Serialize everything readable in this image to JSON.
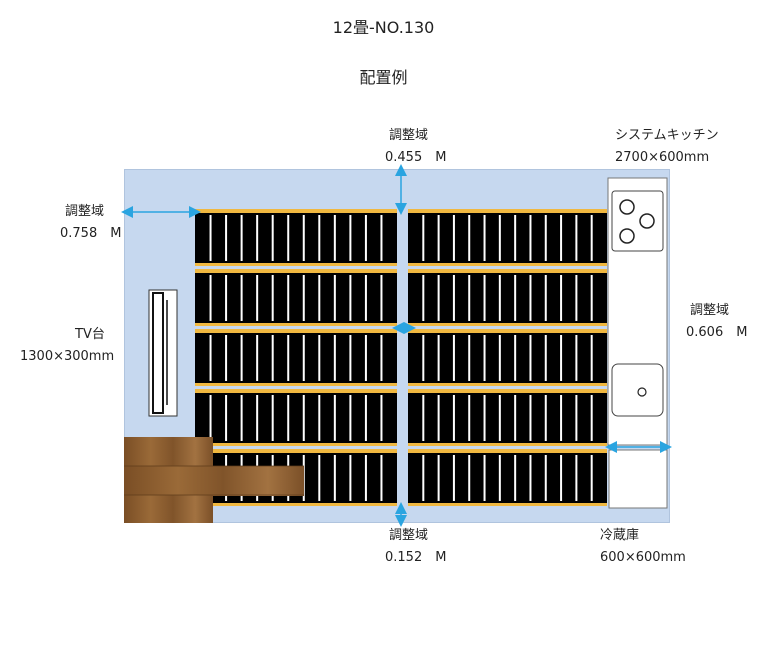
{
  "title": "12畳-NO.130",
  "subtitle": "配置例",
  "labels": {
    "adjust_top_name": "調整域",
    "adjust_top_value": "0.455　M",
    "adjust_left_name": "調整域",
    "adjust_left_value": "0.758　M",
    "adjust_right_name": "調整域",
    "adjust_right_value": "0.606　M",
    "adjust_bottom_name": "調整域",
    "adjust_bottom_value": "0.152　M",
    "kitchen_name": "システムキッチン",
    "kitchen_size": "2700×600mm",
    "tv_name": "TV台",
    "tv_size": "1300×300mm",
    "fridge_name": "冷蔵庫",
    "fridge_size": "600×600mm"
  },
  "colors": {
    "room_bg": "#c6d8ef",
    "heater_panel": "#000000",
    "heater_strip": "#f0b840",
    "arrow": "#2aa4e0",
    "floor_wood": "#8a5a2b"
  },
  "layout_counts": {
    "rows": 5,
    "panels_per_block": 13
  }
}
